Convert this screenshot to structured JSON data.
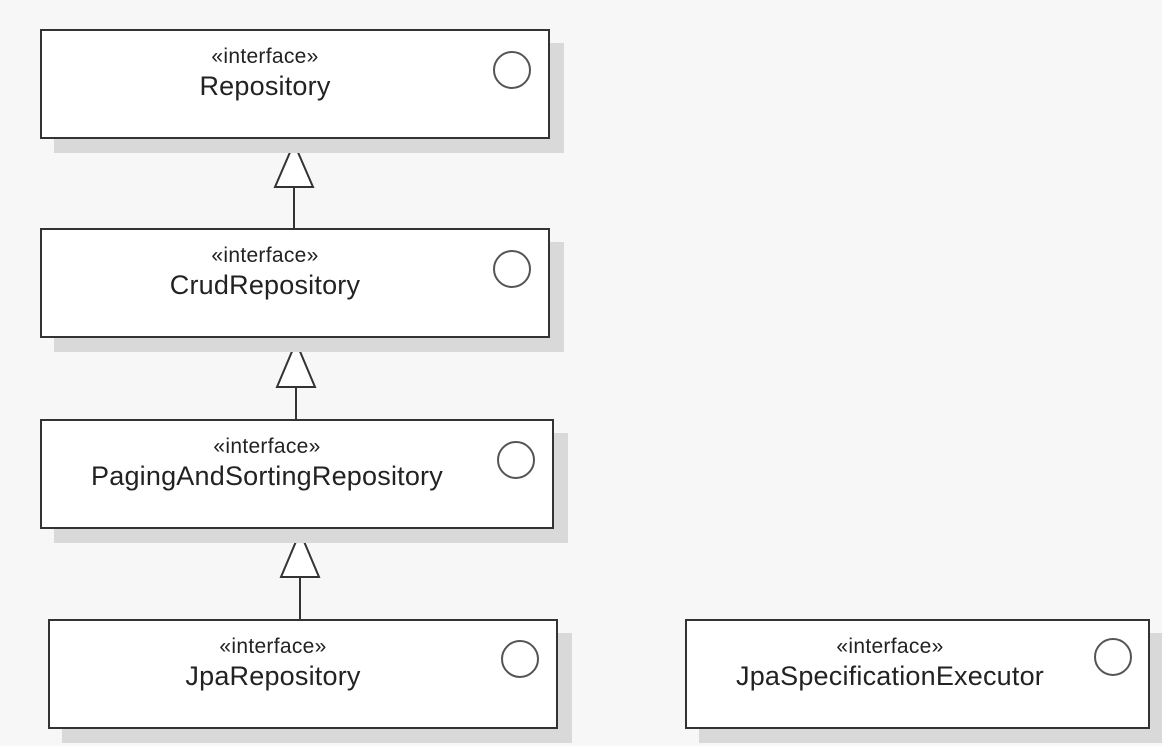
{
  "nodes": {
    "repository": {
      "stereotype": "«interface»",
      "name": "Repository"
    },
    "crud_repository": {
      "stereotype": "«interface»",
      "name": "CrudRepository"
    },
    "paging_and_sorting_repository": {
      "stereotype": "«interface»",
      "name": "PagingAndSortingRepository"
    },
    "jpa_repository": {
      "stereotype": "«interface»",
      "name": "JpaRepository"
    },
    "jpa_specification_executor": {
      "stereotype": "«interface»",
      "name": "JpaSpecificationExecutor"
    }
  },
  "edges": [
    {
      "from": "CrudRepository",
      "to": "Repository",
      "type": "generalization"
    },
    {
      "from": "PagingAndSortingRepository",
      "to": "CrudRepository",
      "type": "generalization"
    },
    {
      "from": "JpaRepository",
      "to": "PagingAndSortingRepository",
      "type": "generalization"
    }
  ],
  "colors": {
    "background": "#f7f7f7",
    "box_fill": "#ffffff",
    "box_border": "#333333",
    "shadow": "#d9d9d9"
  },
  "icons": {
    "interface_marker": "interface-circle-icon",
    "inheritance_arrow": "hollow-triangle-arrow-icon"
  }
}
